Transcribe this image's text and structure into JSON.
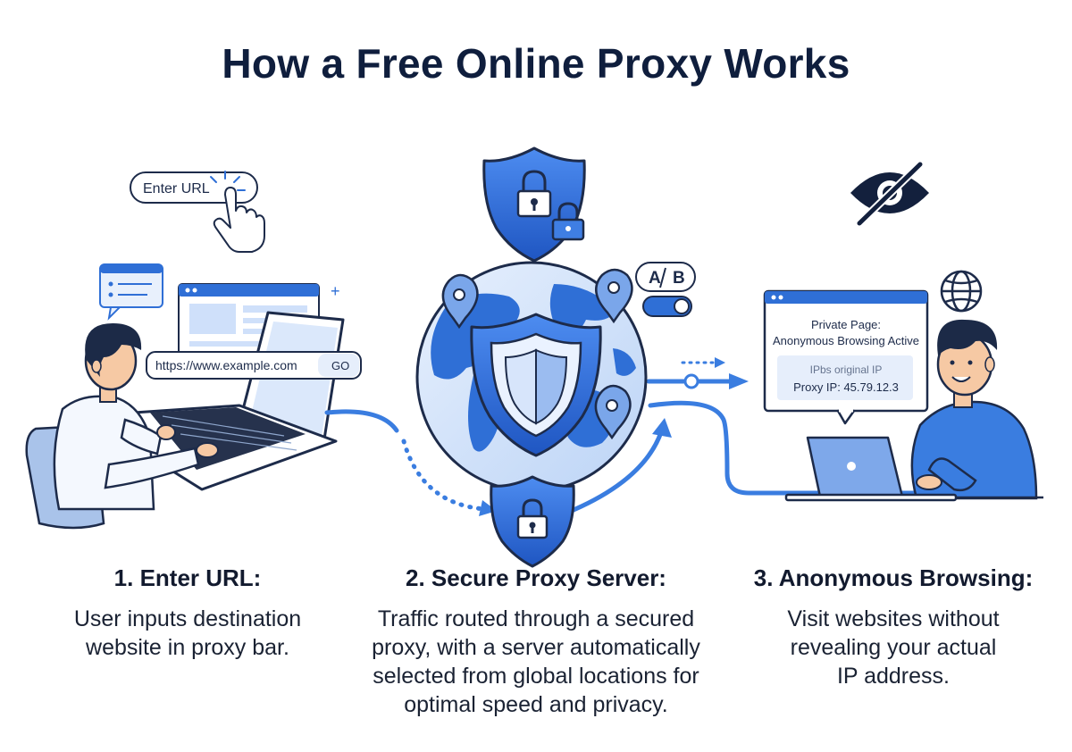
{
  "title": "How a Free Online Proxy Works",
  "left": {
    "enter_url_label": "Enter URL",
    "url_value": "https://www.example.com",
    "go_label": "GO"
  },
  "middle": {
    "toggle_a": "A",
    "toggle_b": "B"
  },
  "right": {
    "private_page_title": "Private Page:",
    "private_page_status": "Anonymous Browsing Active",
    "original_ip_label": "IPbs original IP",
    "proxy_ip_label": "Proxy IP: 45.79.12.3"
  },
  "steps": [
    {
      "heading": "1. Enter URL:",
      "lines": [
        "User inputs destination",
        "website in proxy bar."
      ]
    },
    {
      "heading": "2. Secure Proxy Server:",
      "lines": [
        "Traffic routed through a secured",
        "proxy, with a server automatically",
        "selected from global locations for",
        "optimal speed and privacy."
      ]
    },
    {
      "heading": "3. Anonymous Browsing:",
      "lines": [
        "Visit websites without",
        "revealing your actual",
        "IP address."
      ]
    }
  ],
  "colors": {
    "navy": "#0f1e3d",
    "blue": "#2f6fd6",
    "light_blue": "#cfe0fa",
    "skin": "#f6c9a4"
  }
}
